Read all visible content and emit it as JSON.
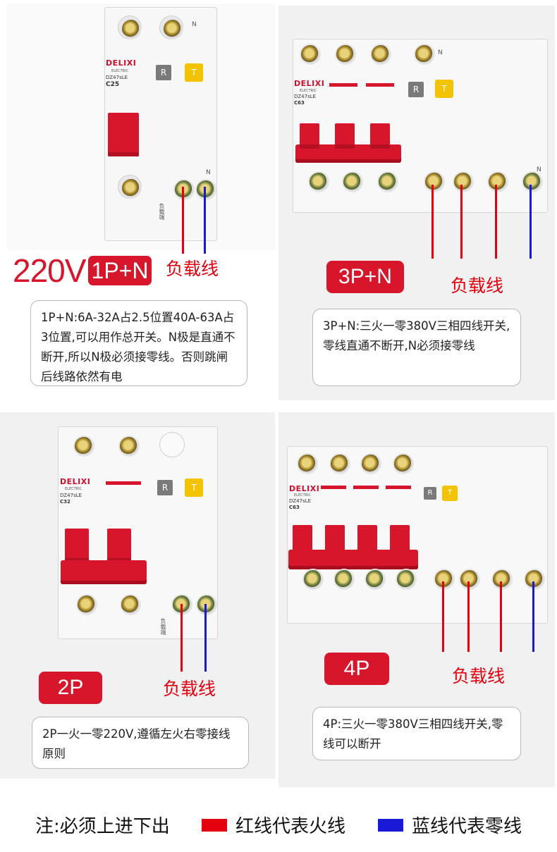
{
  "panels": [
    {
      "id": "1p-n",
      "voltage": "220V",
      "badge": "1P+N",
      "load_label": "负载线",
      "brand": "DELIXI",
      "brand_sub": "ELECTRIC",
      "model": "DZ47sLE",
      "rating": "C25",
      "note": "1P+N:6A-32A占2.5位置40A-63A占3位置,可以用作总开关。N极是直通不断开,所以N极必须接零线。否则跳闸后线路依然有电"
    },
    {
      "id": "3p-n",
      "badge": "3P+N",
      "load_label": "负载线",
      "brand": "DELIXI",
      "brand_sub": "ELECTRIC",
      "model": "DZ47sLE",
      "rating": "C63",
      "note": "3P+N:三火一零380V三相四线开关,零线直通不断开,N必须接零线"
    },
    {
      "id": "2p",
      "badge": "2P",
      "load_label": "负载线",
      "brand": "DELIXI",
      "brand_sub": "ELECTRIC",
      "model": "DZ47sLE",
      "rating": "C32",
      "note": "2P一火一零220V,遵循左火右零接线原则"
    },
    {
      "id": "4p",
      "badge": "4P",
      "load_label": "负载线",
      "brand": "DELIXI",
      "brand_sub": "ELECTRIC",
      "model": "DZ47sLE",
      "rating": "C63",
      "note": "4P:三火一零380V三相四线开关,零线可以断开"
    }
  ],
  "breaker_marks": {
    "r_button": "R",
    "t_button": "T",
    "n_mark": "N",
    "load_side": "负载端"
  },
  "footer": {
    "note": "注:必须上进下出",
    "red_legend": "红线代表火线",
    "blue_legend": "蓝线代表零线"
  },
  "colors": {
    "accent_red": "#d7162c",
    "live_wire": "#e3000f",
    "neutral_wire": "#1a1ad6",
    "test_button": "#f4c300"
  }
}
